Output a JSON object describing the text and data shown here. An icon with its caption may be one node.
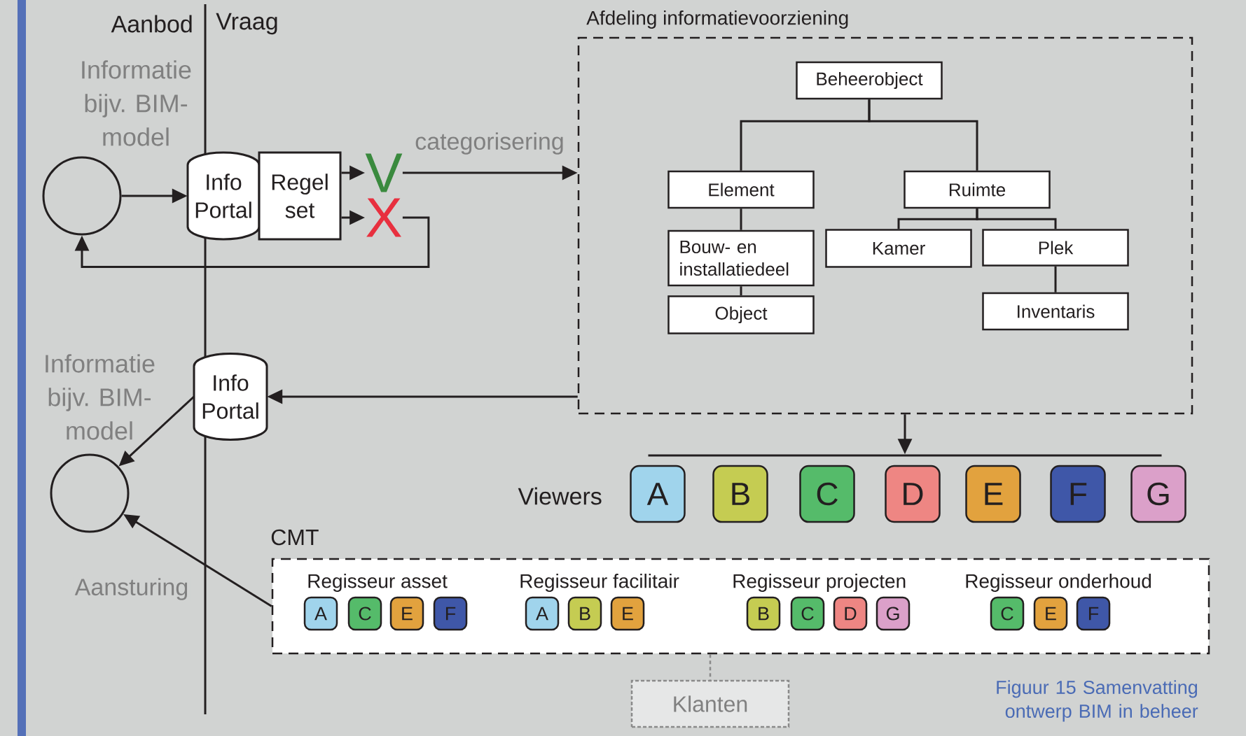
{
  "diagram": {
    "caption": "Figuur 15 Samenvatting ontwerp BIM in beheer",
    "nodes": [
      {
        "text": [],
        "shape": "circle",
        "beside": [
          "Informatie bijv. BIM-model"
        ]
      },
      {
        "text": [
          "Info Portal"
        ]
      },
      {
        "text": [
          "Regel set"
        ]
      },
      {
        "text": [
          "V"
        ]
      },
      {
        "text": [
          "X"
        ]
      },
      {
        "text": [
          "Afdeling informatievoorziening"
        ]
      },
      {
        "text": [
          "Beheerobject"
        ],
        "in": 5
      },
      {
        "text": [
          "Element"
        ],
        "in": 5
      },
      {
        "text": [
          "Ruimte"
        ],
        "in": 5
      },
      {
        "text": [
          "Bouw- en installatiedeel"
        ],
        "in": 5
      },
      {
        "text": [
          "Object"
        ],
        "in": 5
      },
      {
        "text": [
          "Kamer"
        ],
        "in": 5
      },
      {
        "text": [
          "Plek"
        ],
        "in": 5
      },
      {
        "text": [
          "Inventaris"
        ],
        "in": 5
      },
      {
        "text": [
          "Info Portal"
        ]
      },
      {
        "text": [],
        "shape": "circle",
        "beside": [
          "Informatie bijv. BIM-model"
        ]
      },
      {
        "text": [],
        "shape": "bar"
      },
      {
        "text": [
          "A"
        ]
      },
      {
        "text": [
          "B"
        ]
      },
      {
        "text": [
          "C"
        ]
      },
      {
        "text": [
          "D"
        ]
      },
      {
        "text": [
          "E"
        ]
      },
      {
        "text": [
          "F"
        ]
      },
      {
        "text": [
          "G"
        ]
      },
      {
        "text": [
          "CMT"
        ]
      },
      {
        "text": [
          "A"
        ],
        "in": 24
      },
      {
        "text": [
          "C"
        ],
        "in": 24
      },
      {
        "text": [
          "E"
        ],
        "in": 24
      },
      {
        "text": [
          "F"
        ],
        "in": 24
      },
      {
        "text": [
          "A"
        ],
        "in": 24
      },
      {
        "text": [
          "B"
        ],
        "in": 24
      },
      {
        "text": [
          "E"
        ],
        "in": 24
      },
      {
        "text": [
          "B"
        ],
        "in": 24
      },
      {
        "text": [
          "C"
        ],
        "in": 24
      },
      {
        "text": [
          "D"
        ],
        "in": 24
      },
      {
        "text": [
          "G"
        ],
        "in": 24
      },
      {
        "text": [
          "C"
        ],
        "in": 24
      },
      {
        "text": [
          "E"
        ],
        "in": 24
      },
      {
        "text": [
          "F"
        ],
        "in": 24
      },
      {
        "text": [
          "Klanten"
        ]
      }
    ],
    "edges": [
      {
        "from": 0,
        "to": 1,
        "arrow": "to"
      },
      {
        "from": 2,
        "to": 3,
        "arrow": "to"
      },
      {
        "from": 2,
        "to": 4,
        "arrow": "to"
      },
      {
        "from": 3,
        "to": 5,
        "arrow": "to",
        "label": "categorisering"
      },
      {
        "from": 4,
        "to": 0,
        "arrow": "to"
      },
      {
        "from": 6,
        "to": 7,
        "arrow": "none"
      },
      {
        "from": 6,
        "to": 8,
        "arrow": "none"
      },
      {
        "from": 7,
        "to": 9,
        "arrow": "none"
      },
      {
        "from": 9,
        "to": 10,
        "arrow": "none"
      },
      {
        "from": 8,
        "to": 11,
        "arrow": "none"
      },
      {
        "from": 8,
        "to": 12,
        "arrow": "none"
      },
      {
        "from": 12,
        "to": 13,
        "arrow": "none"
      },
      {
        "from": 5,
        "to": 14,
        "arrow": "to"
      },
      {
        "from": 14,
        "to": 15,
        "arrow": "to"
      },
      {
        "from": 5,
        "to": 16,
        "arrow": "to"
      },
      {
        "from": 24,
        "to": 15,
        "arrow": "to",
        "label": "Aansturing"
      },
      {
        "from": 24,
        "to": 39,
        "arrow": "none",
        "style": "dashed",
        "color": "#8a8a8a"
      }
    ],
    "labels": [
      "Aanbod",
      "Vraag",
      "Viewers",
      "Regisseur asset",
      "Regisseur facilitair",
      "Regisseur projecten",
      "Regisseur onderhoud"
    ]
  }
}
